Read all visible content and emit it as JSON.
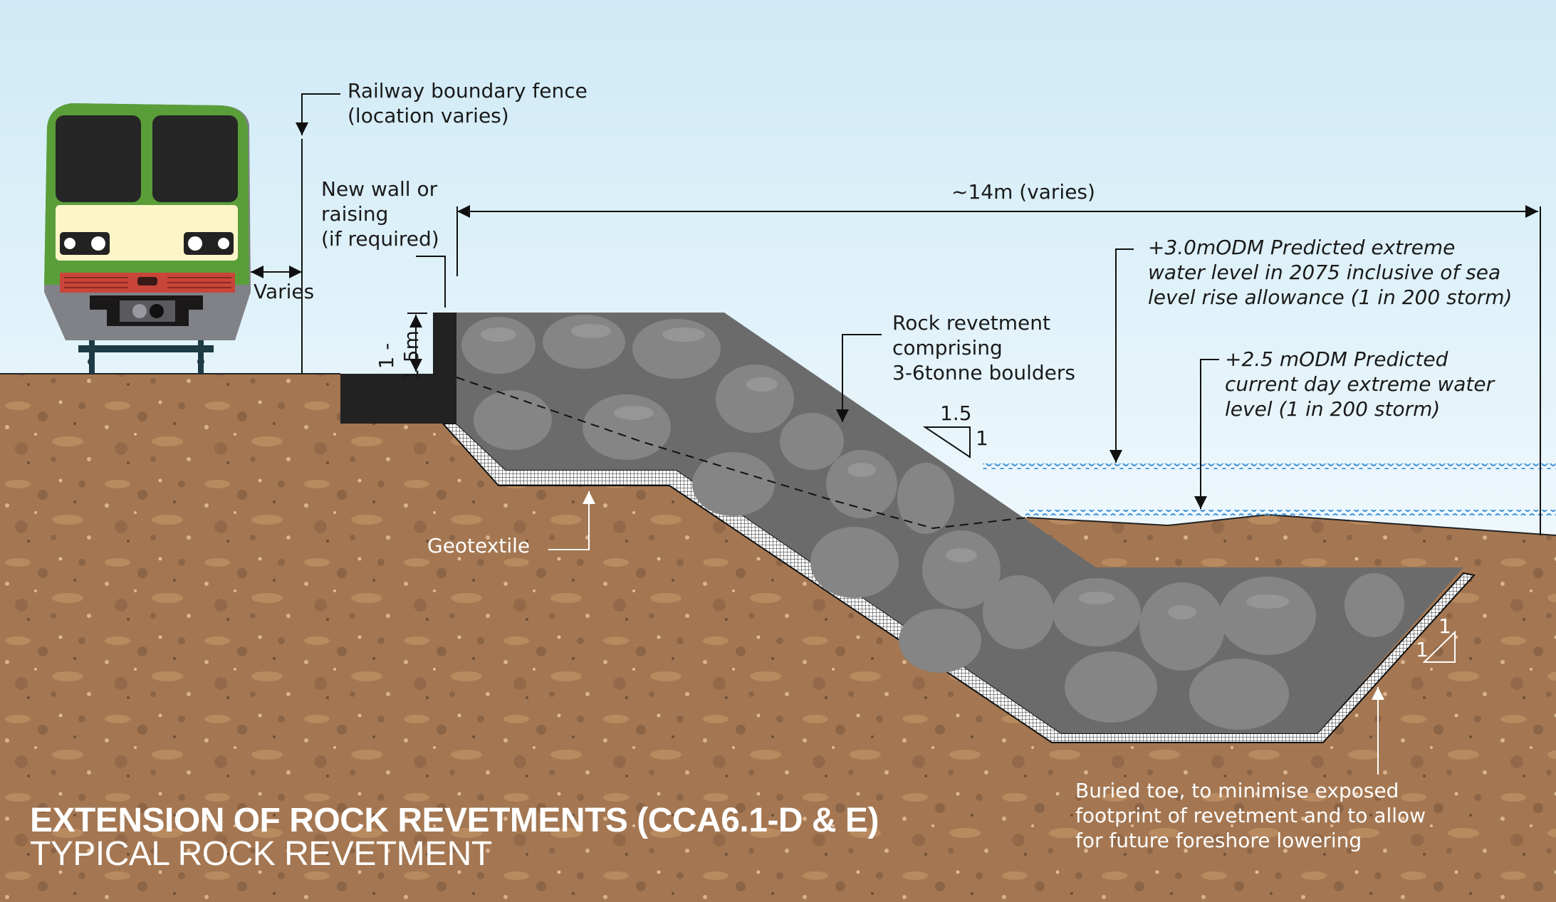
{
  "title": {
    "main": "EXTENSION OF ROCK REVETMENTS (CCA6.1-D & E)",
    "sub": "TYPICAL ROCK REVETMENT"
  },
  "labels": {
    "fence": "Railway boundary fence\n(location varies)",
    "wall": "New wall or\nraising\n(if required)",
    "varies": "Varies",
    "wall_height": "1 - 1.5m",
    "width": "~14m (varies)",
    "rock": "Rock revetment\ncomprising\n3-6tonne boulders",
    "slope_upper_h": "1.5",
    "slope_upper_v": "1",
    "slope_toe_h": "1",
    "slope_toe_v": "1",
    "water_2075": "+3.0mODM Predicted extreme\nwater level in 2075 inclusive of sea\nlevel rise allowance (1 in 200 storm)",
    "water_current": "+2.5 mODM Predicted\ncurrent day extreme water\nlevel (1 in 200 storm)",
    "geotextile": "Geotextile",
    "toe": "Buried toe, to minimise exposed\nfootprint of revetment and to allow\nfor future foreshore lowering"
  },
  "colors": {
    "sky_top": "#cfeaf6",
    "sky_bottom": "#eef8fc",
    "soil": "#a47752",
    "soil_dark": "#8c6446",
    "soil_light": "#c4956a",
    "rock_bg": "#6b6b6b",
    "rock": "#858585",
    "rock_light": "#9a9a9a",
    "wall": "#222222",
    "water": "#3b8fd9",
    "train_green": "#5a9e3a",
    "train_cream": "#fdf5c8",
    "train_red": "#c9453a",
    "train_grey": "#808288"
  }
}
